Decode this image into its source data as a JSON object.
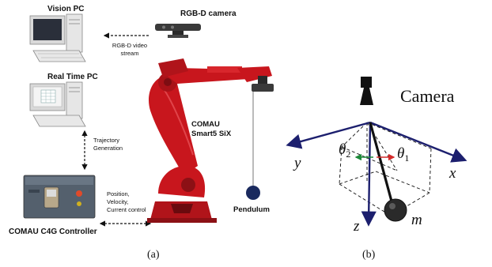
{
  "panel_a": {
    "caption": "(a)",
    "vision_pc": {
      "title": "Vision PC"
    },
    "camera": {
      "title": "RGB-D camera"
    },
    "video_stream": {
      "line1": "RGB-D video",
      "line2": "stream"
    },
    "realtime_pc": {
      "title": "Real Time PC"
    },
    "trajectory": {
      "line1": "Trajectory",
      "line2": "Generation"
    },
    "robot": {
      "line1": "COMAU",
      "line2": "Smart5 SiX"
    },
    "pendulum": {
      "label": "Pendulum"
    },
    "controller": {
      "title": "COMAU C4G Controller"
    },
    "signals": {
      "line1": "Position,",
      "line2": "Velocity,",
      "line3": "Current control"
    }
  },
  "panel_b": {
    "caption": "(b)",
    "camera_label": "Camera",
    "axis_x": "x",
    "axis_y": "y",
    "axis_z": "z",
    "theta1": "θ",
    "theta1_sub": "1",
    "theta2": "θ",
    "theta2_sub": "2",
    "mass": "m"
  },
  "colors": {
    "robot_red": "#c8161d",
    "axis_navy": "#1c1f6e",
    "theta1_arrow": "#d42a2a",
    "theta2_arrow": "#1d8a3a"
  }
}
